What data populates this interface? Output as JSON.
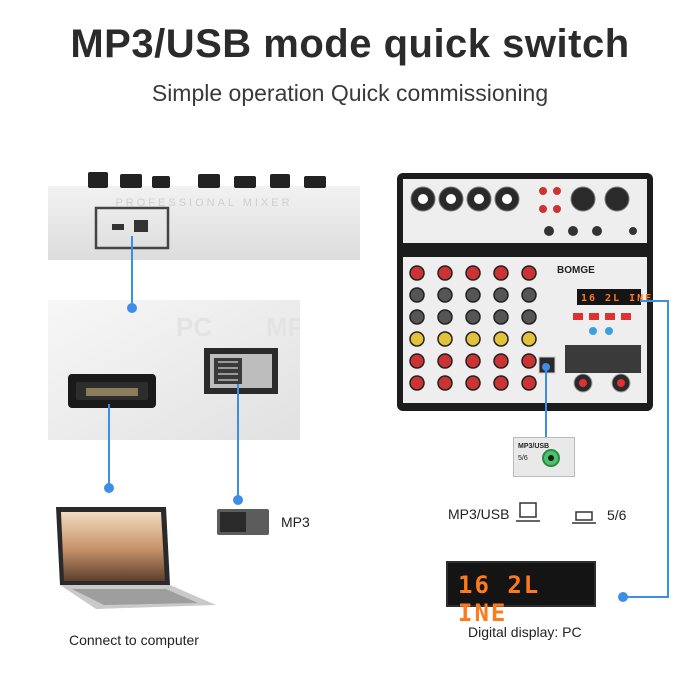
{
  "title": "MP3/USB mode quick switch",
  "subtitle": "Simple operation Quick commissioning",
  "left_panel": {
    "mixer_top_text": "PROFESSIONAL MIXER",
    "port_pc_label": "PC",
    "port_mp3_label": "MP",
    "computer_caption": "Connect to computer",
    "switch_label": "MP3"
  },
  "right_panel": {
    "brand": "BOMGE",
    "mixer_display_text": "16 2L INE",
    "switch_box_label": "MP3/USB",
    "switch_box_sub": "5/6",
    "option_mp3usb_label": "MP3/USB",
    "option_56_label": "5/6",
    "lcd_text": "16 2L INE",
    "display_caption": "Digital display: PC"
  },
  "colors": {
    "connector_line": "#3d8ee6",
    "lcd_text": "#ff7a1a",
    "lcd_bg": "#141414",
    "mixer_body": "#eeeeee",
    "mixer_dark": "#1c1c1c"
  },
  "icons": [
    "laptop-icon",
    "usb-port-icon",
    "switch-icon",
    "mixer-icon",
    "lcd-display-icon"
  ]
}
